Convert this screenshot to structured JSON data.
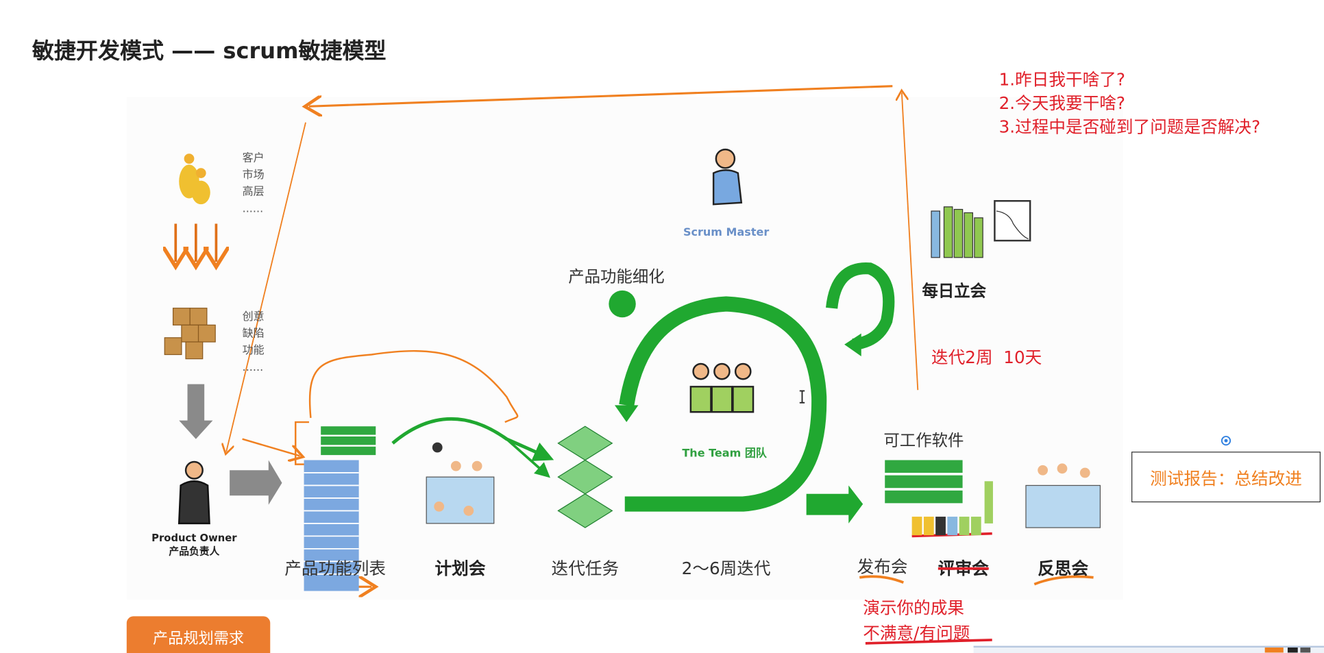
{
  "title": "敏捷开发模式 —— scrum敏捷模型",
  "questions": [
    "1.昨日我干啥了?",
    "2.今天我要干啥?",
    "3.过程中是否碰到了问题是否解决?"
  ],
  "stakeholders": [
    "客户",
    "市场",
    "高层",
    "......"
  ],
  "inputs": [
    "创意",
    "缺陷",
    "功能",
    "......"
  ],
  "product_owner": {
    "en": "Product Owner",
    "zh": "产品负责人"
  },
  "scrum_master": "Scrum Master",
  "refine": "产品功能细化",
  "team": "The Team 团队",
  "daily": "每日立会",
  "iteration_note": "迭代2周  10天",
  "working_software": "可工作软件",
  "stages": {
    "backlog": "产品功能列表",
    "planning": "计划会",
    "sprint_tasks": "迭代任务",
    "sprint": "2～6周迭代",
    "release": "发布会",
    "review": "评审会",
    "retro": "反思会"
  },
  "test_report": "测试报告：总结改进",
  "demo_notes": [
    "演示你的成果",
    "不满意/有问题"
  ],
  "bottom_button": "产品规划需求",
  "colors": {
    "orange": "#f08020",
    "red": "#e0202a",
    "green": "#20a830"
  }
}
